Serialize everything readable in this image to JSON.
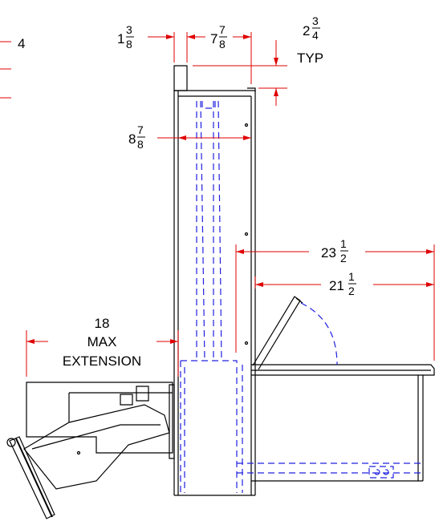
{
  "colors": {
    "object_line": "#000000",
    "dimension_line": "#e00000",
    "hidden_line": "#2020e0",
    "background": "#ffffff"
  },
  "dimensions": {
    "left_partial": {
      "whole": "4"
    },
    "stile_width": {
      "whole": "1",
      "num": "3",
      "den": "8"
    },
    "cavity_width": {
      "whole": "7",
      "num": "7",
      "den": "8"
    },
    "top_depth": {
      "whole": "2",
      "num": "3",
      "den": "4",
      "note": "TYP"
    },
    "wall_depth": {
      "whole": "8",
      "num": "7",
      "den": "8"
    },
    "overall_depth": {
      "whole": "23",
      "num": "1",
      "den": "2"
    },
    "cabinet_depth": {
      "whole": "21",
      "num": "1",
      "den": "2"
    },
    "max_extension": {
      "value": "18",
      "line1": "MAX",
      "line2": "EXTENSION"
    }
  }
}
